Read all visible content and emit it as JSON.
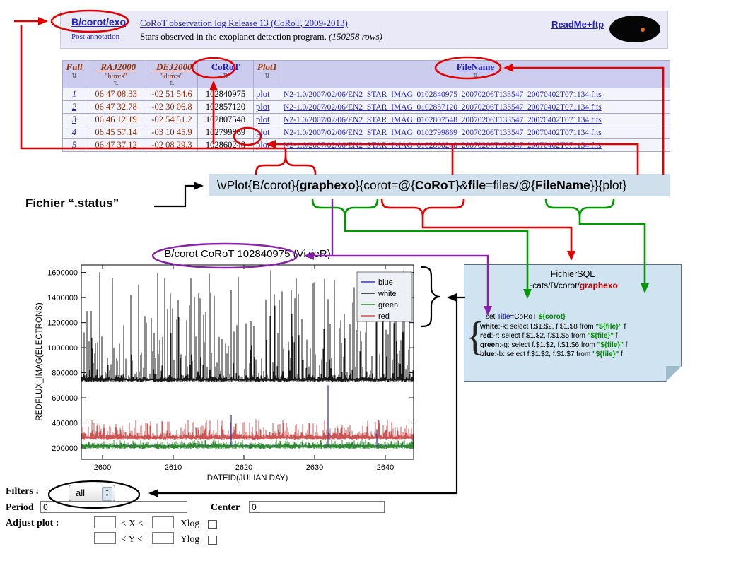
{
  "colors": {
    "annotation_red": "#e00000",
    "annotation_green": "#009900",
    "annotation_purple": "#8822aa",
    "annotation_black": "#000000",
    "link_blue": "#2222cc",
    "table_maroon": "#963000",
    "header_bg": "#e9e9f7",
    "table_header_bg": "#ccccee",
    "formula_bg": "#cfe0ec",
    "note_bg": "#cfe3f0"
  },
  "header": {
    "catalog_link": "B/corot/exo",
    "title_link": "CoRoT observation log Release 13 (CoRoT, 2009-2013)",
    "post_annotation": "Post annotation",
    "description": "Stars observed in the exoplanet detection program.",
    "row_count": "(150258 rows)",
    "readme_link": "ReadMe+ftp",
    "logo": "vizier-black-ellipse-logo"
  },
  "table": {
    "columns": [
      {
        "label": "Full",
        "sub": "",
        "link": false,
        "blue": false
      },
      {
        "label": "_RAJ2000",
        "sub": "\"h:m:s\"",
        "link": true,
        "blue": false
      },
      {
        "label": "_DEJ2000",
        "sub": "\"d:m:s\"",
        "link": true,
        "blue": false
      },
      {
        "label": "CoRoT",
        "sub": "",
        "link": true,
        "blue": true
      },
      {
        "label": "Plot1",
        "sub": "",
        "link": false,
        "blue": false
      },
      {
        "label": "FileName",
        "sub": "",
        "link": true,
        "blue": true
      }
    ],
    "rows": [
      {
        "full": "1",
        "ra": "06 47 08.33",
        "dec": "-02 51 54.6",
        "corot": "102840975",
        "plot": "plot",
        "file": "N2-1.0/2007/02/06/EN2_STAR_IMAG_0102840975_20070206T133547_20070402T071134.fits"
      },
      {
        "full": "2",
        "ra": "06 47 32.78",
        "dec": "-02 30 06.8",
        "corot": "102857120",
        "plot": "plot",
        "file": "N2-1.0/2007/02/06/EN2_STAR_IMAG_0102857120_20070206T133547_20070402T071134.fits"
      },
      {
        "full": "3",
        "ra": "06 46 12.19",
        "dec": "-02 54 51.2",
        "corot": "102807548",
        "plot": "plot",
        "file": "N2-1.0/2007/02/06/EN2_STAR_IMAG_0102807548_20070206T133547_20070402T071134.fits"
      },
      {
        "full": "4",
        "ra": "06 45 57.14",
        "dec": "-03 10 45.9",
        "corot": "102799869",
        "plot": "plot",
        "file": "N2-1.0/2007/02/06/EN2_STAR_IMAG_0102799869_20070206T133547_20070402T071134.fits"
      },
      {
        "full": "5",
        "ra": "06 47 37.12",
        "dec": "-02 08 29.3",
        "corot": "102860248",
        "plot": "plot",
        "file": "N2-1.0/2007/02/06/EN2_STAR_IMAG_0102860248_20070206T133547_20070402T071134.fits"
      }
    ]
  },
  "formula": {
    "segments": [
      {
        "t": "\\vPlot{B/corot}{"
      },
      {
        "t": "graphexo",
        "b": true
      },
      {
        "t": "}{corot=@{"
      },
      {
        "t": "CoRoT",
        "b": true
      },
      {
        "t": "}&"
      },
      {
        "t": "file",
        "b": true
      },
      {
        "t": "=files/@{"
      },
      {
        "t": "FileName",
        "b": true
      },
      {
        "t": "}}{plot}"
      }
    ]
  },
  "status_label": "Fichier “.status”",
  "note": {
    "title": "FichierSQL",
    "path_segments": [
      {
        "t": "~cats/B/corot/"
      },
      {
        "t": "graphexo",
        "c": "#cc0000",
        "b": true
      }
    ],
    "set_line": [
      {
        "t": "set ",
        "c": "#000000"
      },
      {
        "t": "Title",
        "c": "#0000bb"
      },
      {
        "t": "=CoRoT ",
        "c": "#000000"
      },
      {
        "t": "${corot}",
        "c": "#008800",
        "b": true
      }
    ],
    "sql_lines": [
      [
        {
          "t": "white",
          "b": true
        },
        {
          "t": ":-k: select f.$1.$2, f.$1.$8 from "
        },
        {
          "t": "\"${file}\"",
          "c": "#008800",
          "b": true
        },
        {
          "t": " f"
        }
      ],
      [
        {
          "t": "red",
          "b": true
        },
        {
          "t": ":-r: select f.$1.$2, f.$1.$5 from "
        },
        {
          "t": "\"${file}\"",
          "c": "#008800",
          "b": true
        },
        {
          "t": " f"
        }
      ],
      [
        {
          "t": "green",
          "b": true
        },
        {
          "t": ":-g: select f.$1.$2, f.$1.$6 from "
        },
        {
          "t": "\"${file}\"",
          "c": "#008800",
          "b": true
        },
        {
          "t": " f"
        }
      ],
      [
        {
          "t": "blue",
          "b": true
        },
        {
          "t": ":-b:  select f.$1.$2, f.$1.$7 from "
        },
        {
          "t": "\"${file}\"",
          "c": "#008800",
          "b": true
        },
        {
          "t": " f"
        }
      ]
    ]
  },
  "chart_data": {
    "type": "line",
    "title": "B/corot CoRoT 102840975 (VizieR)",
    "xlabel": "DATEID(JULIAN DAY)",
    "ylabel": "REDFLUX_IMAG(ELECTRONS)",
    "xlim": [
      2597,
      2644
    ],
    "ylim": [
      110000,
      1660000
    ],
    "xticks": [
      2600,
      2610,
      2620,
      2630,
      2640
    ],
    "yticks": [
      200000,
      400000,
      600000,
      800000,
      1000000,
      1200000,
      1400000,
      1600000
    ],
    "grid": false,
    "legend_position": "top-right",
    "legend": [
      {
        "label": "blue",
        "color": "#3c3cb4"
      },
      {
        "label": "white",
        "color": "#1a1a1a"
      },
      {
        "label": "green",
        "color": "#2e8b2e"
      },
      {
        "label": "red",
        "color": "#cc5555"
      }
    ],
    "seed": 42,
    "series": [
      {
        "name": "white",
        "color": "#1a1a1a",
        "band": [
          726000,
          768000
        ],
        "spike_prob": 0.55,
        "spike_base": 778000,
        "spike_amp": 840000,
        "spike_pow": 2.4
      },
      {
        "name": "red",
        "color": "#cc5555",
        "band": [
          262000,
          312000
        ],
        "spike_prob": 0.5,
        "spike_base": 316000,
        "spike_amp": 115000,
        "spike_pow": 2
      },
      {
        "name": "green",
        "color": "#2e8b2e",
        "band": [
          193000,
          232000
        ],
        "spike_prob": 0.45,
        "spike_base": 234000,
        "spike_amp": 30000,
        "spike_pow": 2
      },
      {
        "name": "blue",
        "color": "#3c3cb4",
        "band": [
          211000,
          226000
        ],
        "spike_prob": 0,
        "spikes": [
          {
            "x": 2618.2,
            "y": 460000
          },
          {
            "x": 2631.9,
            "y": 700000
          },
          {
            "x": 2638.8,
            "y": 350000
          }
        ]
      }
    ],
    "description": "Dense noisy CoRoT light curves: white(black) series spikes 780k-1600k above ~745k baseline; red ~260k-430k; green ~195k-265k; blue flat ~220k with isolated spikes."
  },
  "controls": {
    "filters_label": "Filters :",
    "filters_value": "all",
    "period_label": "Period",
    "period_value": "0",
    "center_label": "Center",
    "center_value": "0",
    "adjust_label": "Adjust plot :",
    "x_between": "< X <",
    "y_between": "< Y <",
    "xlog_label": "Xlog",
    "ylog_label": "Ylog",
    "xmin": "",
    "xmax": "",
    "ymin": "",
    "ymax": "",
    "xlog_checked": false,
    "ylog_checked": false
  },
  "icons": {
    "sort": "⇅",
    "stepper_up": "▲",
    "stepper_down": "▼"
  }
}
